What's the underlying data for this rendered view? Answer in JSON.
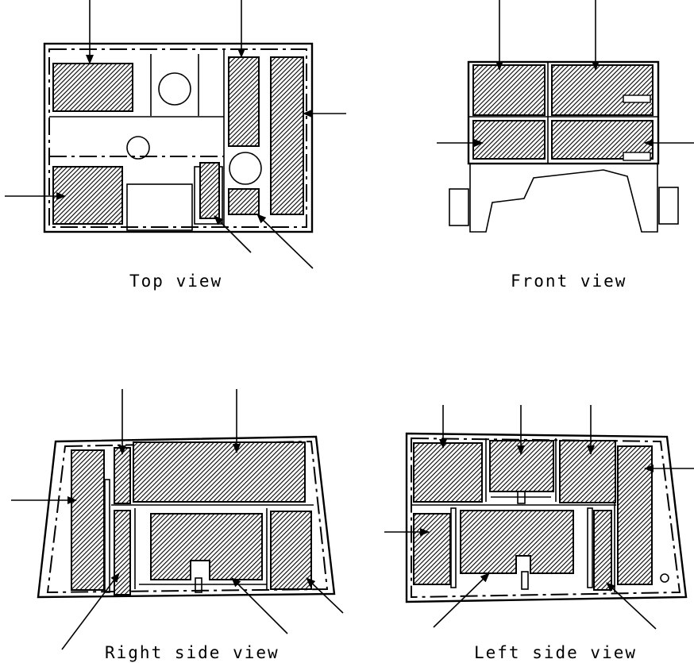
{
  "captions": {
    "top": "Top view",
    "front": "Front view",
    "right": "Right side view",
    "left": "Left side view"
  },
  "hatch_color": "#000000",
  "background_color": "#ffffff"
}
